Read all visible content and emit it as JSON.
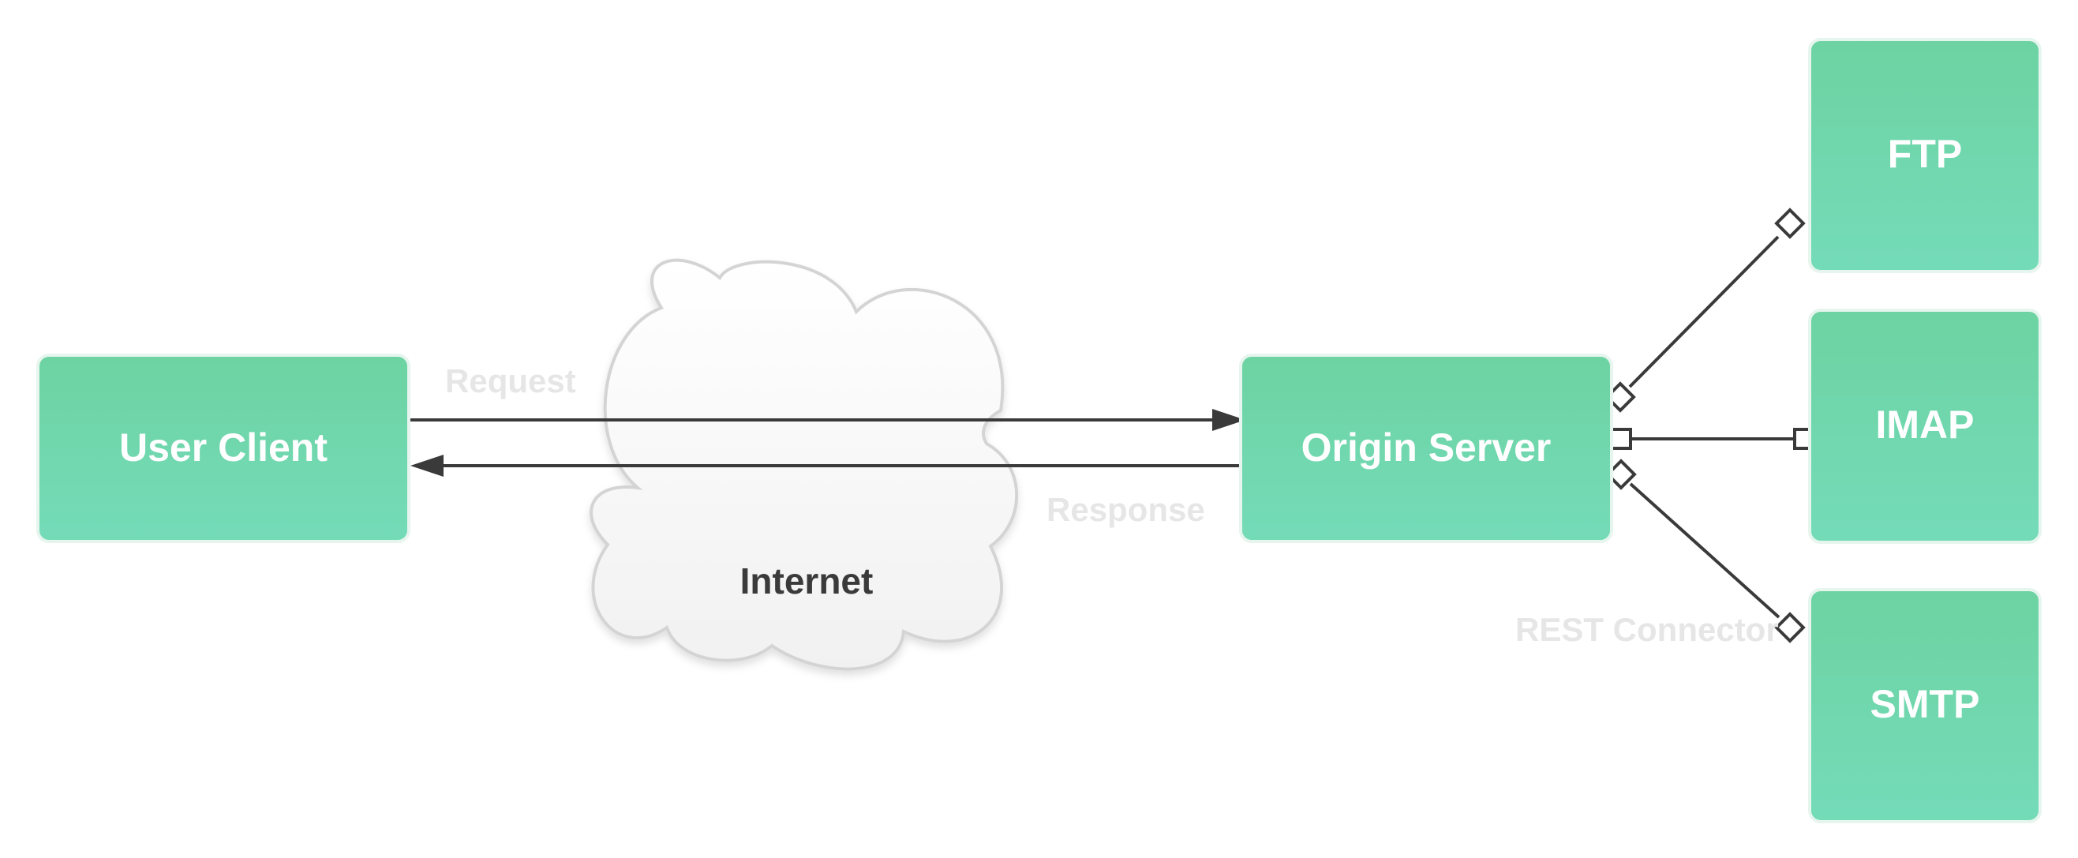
{
  "diagram": {
    "colors": {
      "node_fill_top": "#6dd3a2",
      "node_fill_bottom": "#74dbb9",
      "node_border": "#e6f5ee",
      "edge": "#3a3a3a",
      "edge_label": "#e6e6e6",
      "cloud_fill": "#f7f7f7",
      "cloud_border": "#d4d4d4"
    },
    "nodes": {
      "user_client": "User Client",
      "origin_server": "Origin Server",
      "ftp": "FTP",
      "imap": "IMAP",
      "smtp": "SMTP"
    },
    "cloud": {
      "label": "Internet"
    },
    "edges": {
      "request": "Request",
      "response": "Response",
      "rest_connector": "REST Connector"
    }
  }
}
